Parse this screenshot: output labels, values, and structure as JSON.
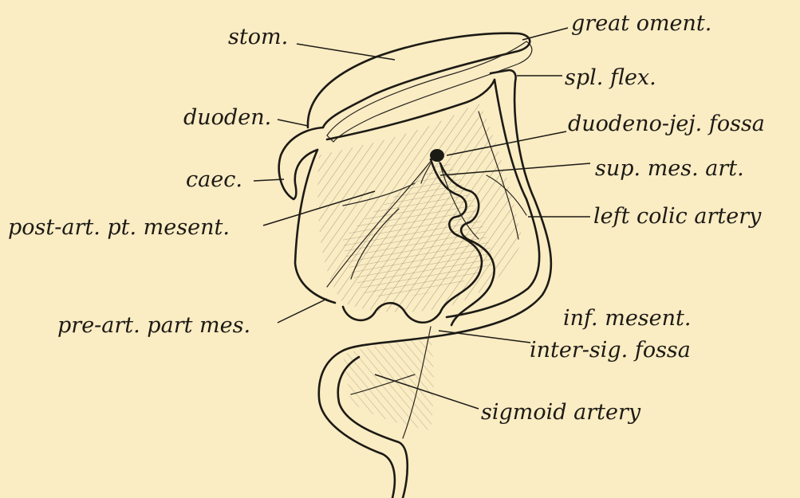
{
  "figure": {
    "background": "#faecc3",
    "ink": "#1c1a15",
    "labels": {
      "stom": "stom.",
      "great_oment": "great oment.",
      "spl_flex": "spl. flex.",
      "duoden": "duoden.",
      "duodeno_jej_fossa": "duodeno-jej. fossa",
      "caec": "caec.",
      "sup_mes_art": "sup. mes. art.",
      "post_art": "post-art. pt. mesent.",
      "left_colic": "left colic artery",
      "pre_art": "pre-art. part mes.",
      "inf_mesent": "inf. mesent.",
      "inter_sig": "inter-sig. fossa",
      "sigmoid": "sigmoid artery"
    }
  }
}
